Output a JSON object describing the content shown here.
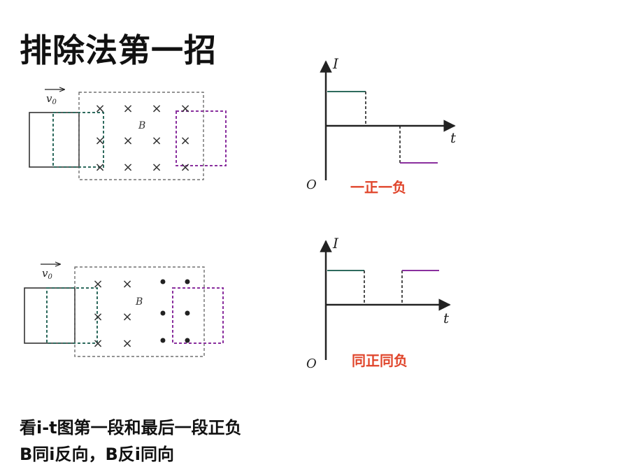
{
  "slide": {
    "title": "排除法第一招",
    "note_line1": "看i-t图第一段和最后一段正负",
    "note_line2": "B同i反向，B反i同向"
  },
  "diagram1": {
    "velocity_label": "v",
    "velocity_sub": "0",
    "field_label": "B",
    "cross_symbol": "×",
    "graph": {
      "y_label": "I",
      "x_label": "t",
      "origin": "O",
      "caption": "一正一负",
      "first_sign": 1,
      "last_sign": -1
    }
  },
  "diagram2": {
    "velocity_label": "v",
    "velocity_sub": "0",
    "field_label": "B",
    "cross_symbol": "×",
    "dot_symbol": "•",
    "graph": {
      "y_label": "I",
      "x_label": "t",
      "origin": "O",
      "caption": "同正同负",
      "first_sign": 1,
      "last_sign": 1
    }
  },
  "colors": {
    "green": "#2e6b5e",
    "purple": "#8a2f9e",
    "caption_red": "#e0452b",
    "dashed_gray": "#555555"
  }
}
